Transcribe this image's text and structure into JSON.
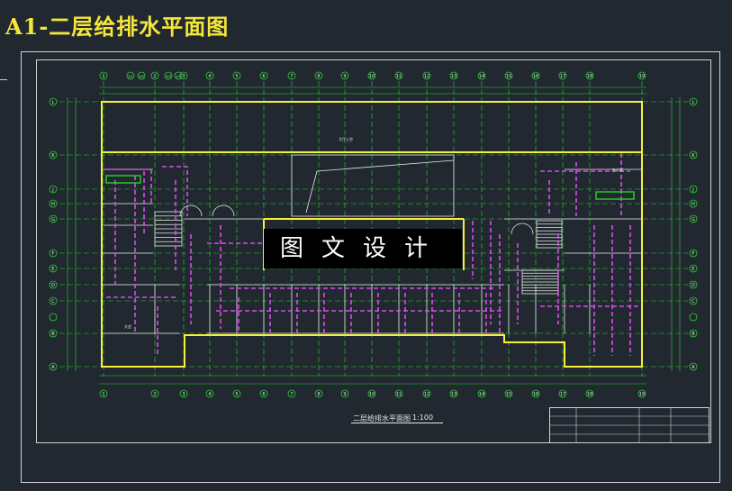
{
  "drawing": {
    "title": "A1-二层给排水平面图",
    "caption": "二层给排水平面图",
    "scale": "1:100",
    "watermark": "图文设计"
  },
  "axes": {
    "columns": [
      "1",
      "2",
      "3",
      "4",
      "5",
      "6",
      "7",
      "8",
      "9",
      "10",
      "11",
      "12",
      "13",
      "14",
      "15",
      "16",
      "17",
      "18",
      "19"
    ],
    "top_columns_extra": [
      "1/1",
      "2/2",
      "3/3"
    ],
    "rows": [
      "L",
      "K",
      "J",
      "H",
      "G",
      "F",
      "E",
      "D",
      "C",
      "B",
      "A"
    ]
  },
  "rooms": {
    "main_hall": "大厅上空",
    "left_room": "大会",
    "right_room": "办公室"
  },
  "colors": {
    "background": "#212830",
    "wall": "#f5f03a",
    "grid": "#25d42d",
    "pipe": "#d64ee8",
    "line": "#e8e8e8"
  }
}
